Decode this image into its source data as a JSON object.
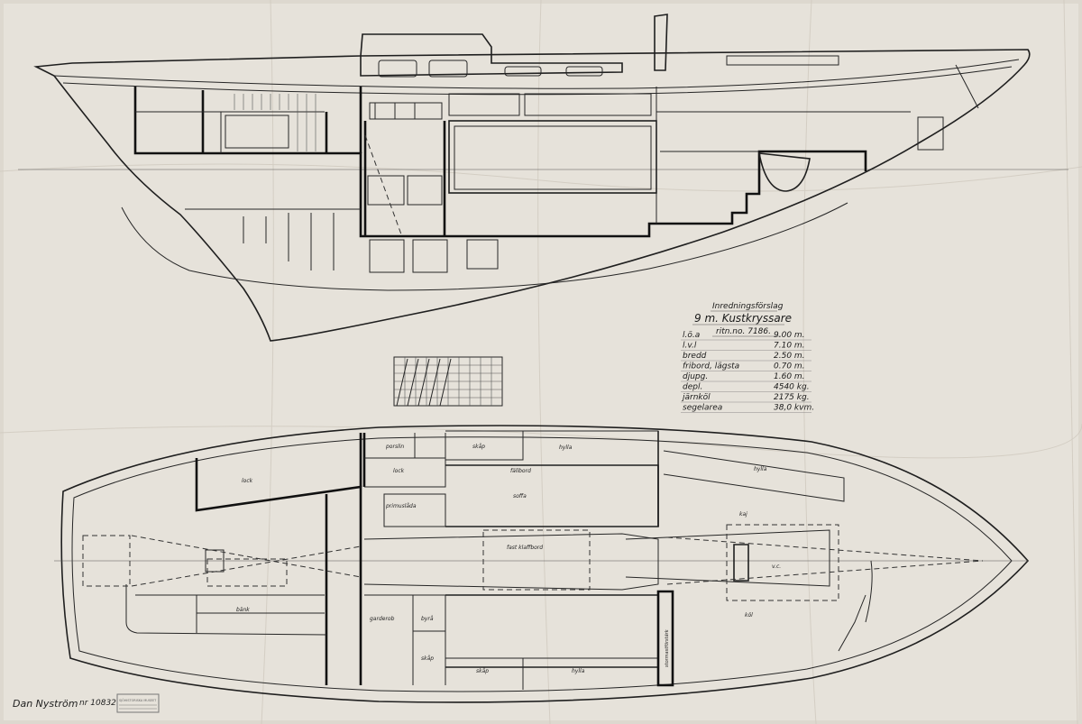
{
  "spec_table": {
    "heading": "Inredningsförslag",
    "title": "9 m. Kustkryssare",
    "drawing_no": "ritn.no. 7186.",
    "rows": [
      {
        "key": "l.ö.a",
        "value": "9.00 m."
      },
      {
        "key": "l.v.l",
        "value": "7.10 m."
      },
      {
        "key": "bredd",
        "value": "2.50 m."
      },
      {
        "key": "fribord, lägsta",
        "value": "0.70 m."
      },
      {
        "key": "djupg.",
        "value": "1.60 m."
      },
      {
        "key": "depl.",
        "value": "4540 kg."
      },
      {
        "key": "järnköl",
        "value": "2175 kg."
      },
      {
        "key": "segelarea",
        "value": "38,0 kvm."
      }
    ]
  },
  "plan_labels": {
    "porslin": "porslin",
    "skap_top": "skåp",
    "hylla_top": "hylla",
    "hylla_fore": "hylla",
    "lock": "lock",
    "lock2": "lock",
    "fallbord": "fällbord",
    "soffa": "soffa",
    "primuslada": "primuslåda",
    "kaj": "kaj",
    "fast_klaffbord": "fast klaffbord",
    "vc": "v.c.",
    "bank": "bänk",
    "garderob": "garderob",
    "byra": "byrå",
    "skap_low": "skåp",
    "skap_bottom": "skåp",
    "hylla_bottom": "hylla",
    "kol": "köl",
    "mast": "stormastförstärk"
  },
  "corner": {
    "signature": "Dan Nyström",
    "number": "nr 10832",
    "stamp": "SJÖHISTORISKA MUSEET"
  }
}
